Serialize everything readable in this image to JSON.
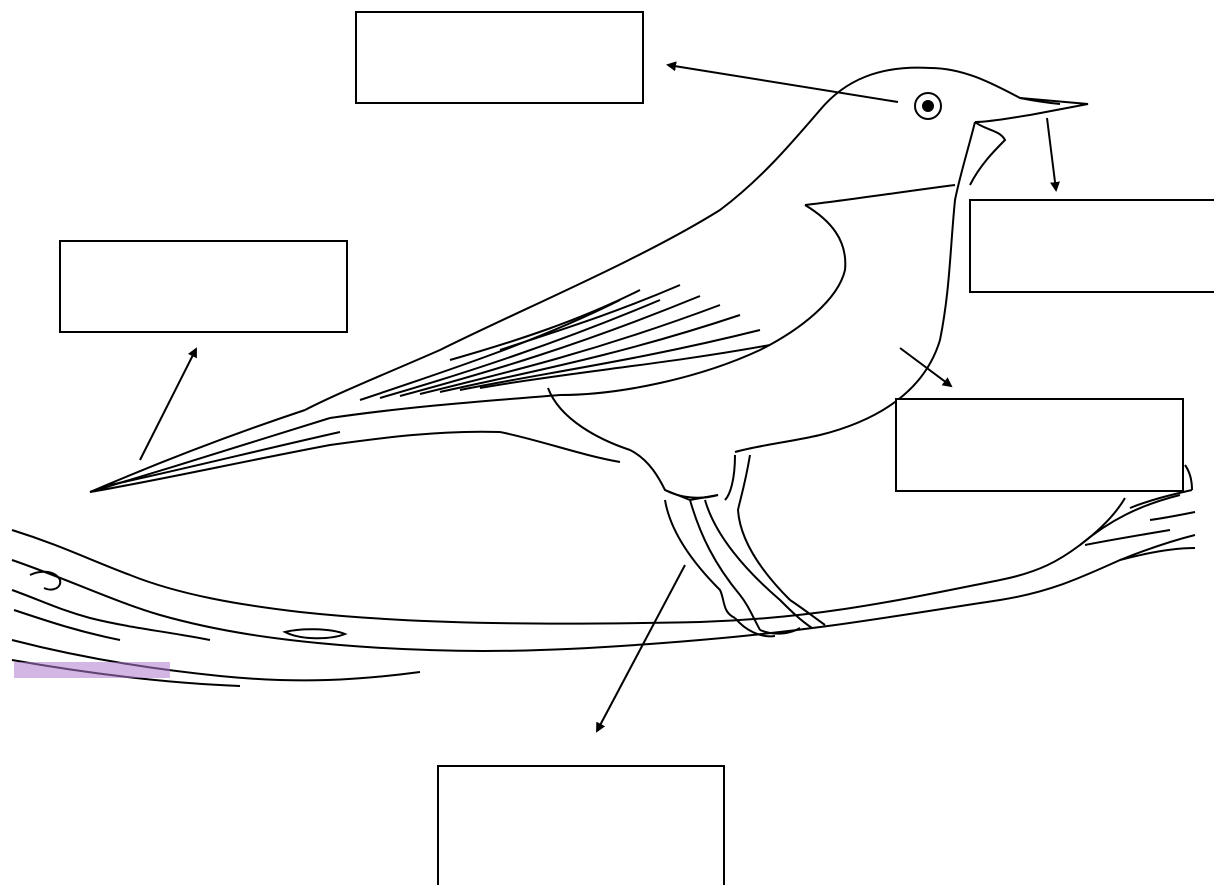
{
  "diagram": {
    "label_boxes": [
      {
        "id": "eye",
        "text": ""
      },
      {
        "id": "beak",
        "text": ""
      },
      {
        "id": "wing",
        "text": ""
      },
      {
        "id": "body",
        "text": ""
      },
      {
        "id": "leg",
        "text": ""
      }
    ],
    "colors": {
      "line": "#000000",
      "background": "#ffffff",
      "watermark": "#b07ad0"
    }
  }
}
